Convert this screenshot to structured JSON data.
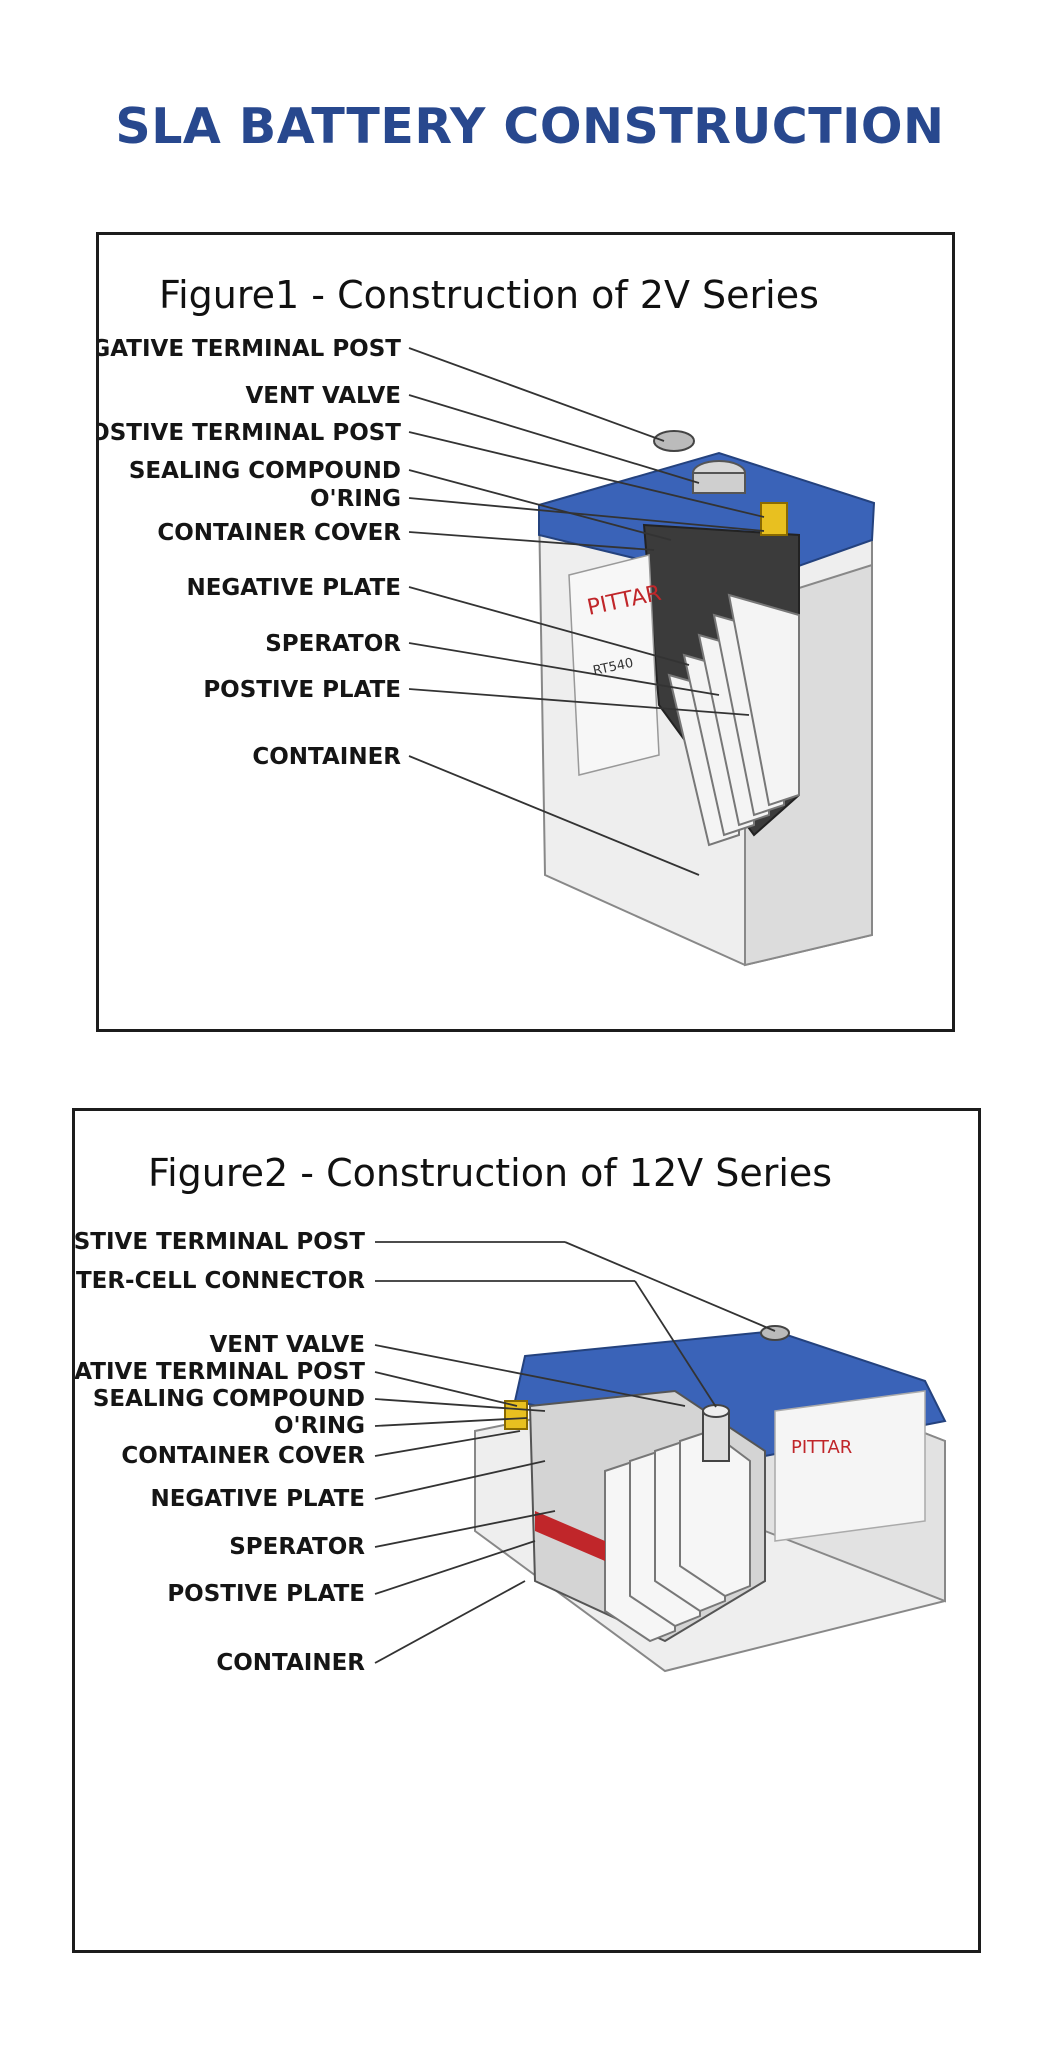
{
  "page": {
    "title": "SLA BATTERY CONSTRUCTION"
  },
  "figure1": {
    "title": "Figure1 - Construction of 2V Series",
    "brand": "PITTAR",
    "model": "RT540",
    "colors": {
      "lid": "#3a63b8",
      "body": "#ececec",
      "post": "#e8c020"
    },
    "labels": [
      "NEGATIVE TERMINAL POST",
      "VENT VALVE",
      "POSTIVE TERMINAL POST",
      "SEALING COMPOUND",
      "O'RING",
      "CONTAINER COVER",
      "NEGATIVE PLATE",
      "SPERATOR",
      "POSTIVE PLATE",
      "CONTAINER"
    ]
  },
  "figure2": {
    "title": "Figure2 - Construction of 12V Series",
    "brand": "PITTAR",
    "colors": {
      "lid": "#3a63b8",
      "body": "#ececec",
      "post": "#e8c020",
      "separator": "#c0262a"
    },
    "labels": [
      "POSTIVE TERMINAL POST",
      "INTER-CELL CONNECTOR",
      "VENT VALVE",
      "NEGATIVE TERMINAL POST",
      "SEALING COMPOUND",
      "O'RING",
      "CONTAINER COVER",
      "NEGATIVE PLATE",
      "SPERATOR",
      "POSTIVE PLATE",
      "CONTAINER"
    ]
  }
}
